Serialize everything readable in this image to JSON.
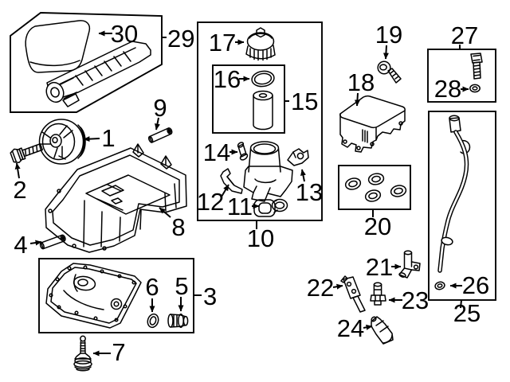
{
  "diagram": {
    "background_color": "#ffffff",
    "line_color": "#000000",
    "callouts": {
      "n1": "1",
      "n2": "2",
      "n3": "3",
      "n4": "4",
      "n5": "5",
      "n6": "6",
      "n7": "7",
      "n8": "8",
      "n9": "9",
      "n10": "10",
      "n11": "11",
      "n12": "12",
      "n13": "13",
      "n14": "14",
      "n15": "15",
      "n16": "16",
      "n17": "17",
      "n18": "18",
      "n19": "19",
      "n20": "20",
      "n21": "21",
      "n22": "22",
      "n23": "23",
      "n24": "24",
      "n25": "25",
      "n26": "26",
      "n27": "27",
      "n28": "28",
      "n29": "29",
      "n30": "30"
    }
  }
}
